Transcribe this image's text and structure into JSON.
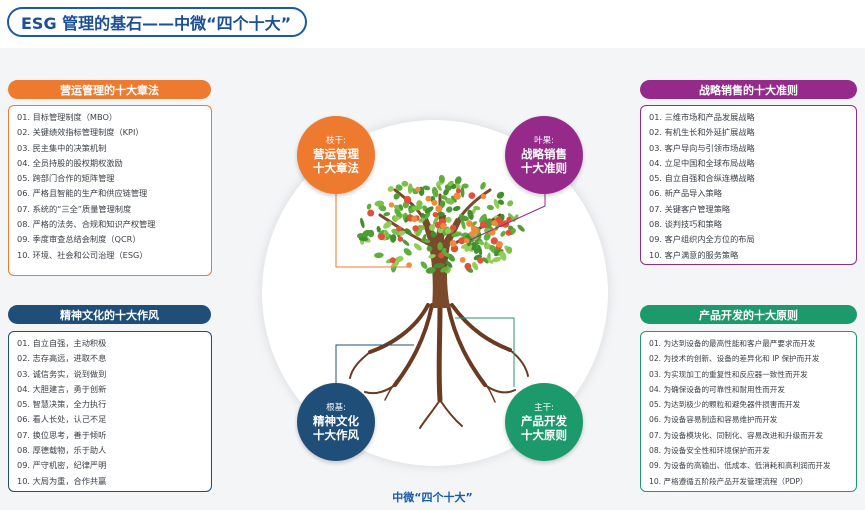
{
  "title": "ESG 管理的基石——中微“四个十大”",
  "caption": "中微“四个十大”",
  "colors": {
    "orange": "#ee7a30",
    "purple": "#952a8b",
    "navy": "#1f4e79",
    "green": "#1d9a6c",
    "title_blue": "#1b5aa6"
  },
  "operations": {
    "header": "营运管理的十大章法",
    "items": [
      "01. 目标管理制度（MBO）",
      "02. 关键绩效指标管理制度（KPI）",
      "03. 民主集中的决策机制",
      "04. 全员持股的股权期权激励",
      "05. 跨部门合作的矩阵管理",
      "06. 严格且智能的生产和供应链管理",
      "07. 系统的“三全”质量管理制度",
      "08. 严格的法务、合规和知识产权管理",
      "09. 季度审查总结会制度（QCR）",
      "10. 环境、社会和公司治理（ESG）"
    ]
  },
  "culture": {
    "header": "精神文化的十大作风",
    "items": [
      "01. 自立自强，主动积极",
      "02. 志存高远，进取不息",
      "03. 诚信务实，说到做到",
      "04. 大胆建言，勇于创新",
      "05. 智慧决策，全力执行",
      "06. 看人长处，认己不足",
      "07. 换位思考，善于倾听",
      "08. 厚德载物，乐于助人",
      "09. 严守机密，纪律严明",
      "10. 大局为重，合作共赢"
    ]
  },
  "sales": {
    "header": "战略销售的十大准则",
    "items": [
      "01. 三维市场和产品发展战略",
      "02. 有机生长和外延扩展战略",
      "03. 客户导向与引领市场战略",
      "04. 立足中国和全球布局战略",
      "05. 自立自强和合纵连横战略",
      "06. 新产品导入策略",
      "07. 关键客户管理策略",
      "08. 谈判技巧和策略",
      "09. 客户组织内全方位的布局",
      "10. 客户满意的服务策略"
    ]
  },
  "product": {
    "header": "产品开发的十大原则",
    "items": [
      "01. 为达到设备的最高性能和客户最严要求而开发",
      "02. 为技术的创新、设备的差异化和 IP 保护而开发",
      "03. 为实现加工的重复性和反应器一致性而开发",
      "04. 为确保设备的可靠性和耐用性而开发",
      "05. 为达到极少的颗粒和避免器件损害而开发",
      "06. 为设备容易制造和容易维护而开发",
      "07. 为设备模块化、同制化、容易改进和升级而开发",
      "08. 为设备安全性和环境保护而开发",
      "09. 为设备的高输出、低成本、低消耗和高利润而开发",
      "10. 严格遵循五阶段产品开发管理流程（PDP）"
    ]
  },
  "nodes": {
    "trunk": {
      "sub": "枝干:",
      "line1": "营运管理",
      "line2": "十大章法"
    },
    "leaf": {
      "sub": "叶果:",
      "line1": "战略销售",
      "line2": "十大准则"
    },
    "root": {
      "sub": "根基:",
      "line1": "精神文化",
      "line2": "十大作风"
    },
    "stem": {
      "sub": "主干:",
      "line1": "产品开发",
      "line2": "十大原则"
    }
  }
}
